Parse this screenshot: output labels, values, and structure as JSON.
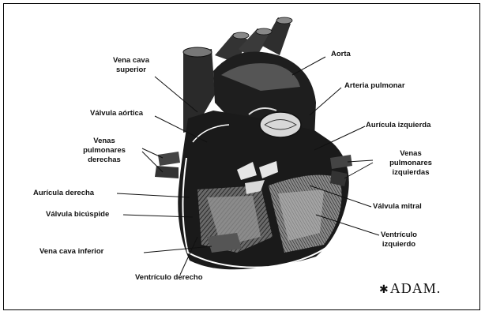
{
  "labels": {
    "aorta": "Aorta",
    "vena_cava_superior": "Vena cava\nsuperior",
    "arteria_pulmonar": "Arteria pulmonar",
    "valvula_aortica": "Válvula aórtica",
    "auricula_izquierda": "Aurícula izquierda",
    "venas_pulmonares_derechas": "Venas\npulmonares\nderechas",
    "venas_pulmonares_izquierdas": "Venas\npulmonares\nizquierdas",
    "auricula_derecha": "Aurícula derecha",
    "valvula_mitral": "Válvula mitral",
    "valvula_bicuspide": "Válvula bicúspide",
    "ventriculo_izquierdo": "Ventrículo\nizquierdo",
    "vena_cava_inferior": "Vena cava inferior",
    "ventriculo_derecho": "Ventrículo derecho"
  },
  "logo": {
    "mark": "✱",
    "text": "ADAM."
  },
  "colors": {
    "ink": "#111111",
    "shade": "#3a3a3a",
    "light": "#bdbdbd"
  }
}
